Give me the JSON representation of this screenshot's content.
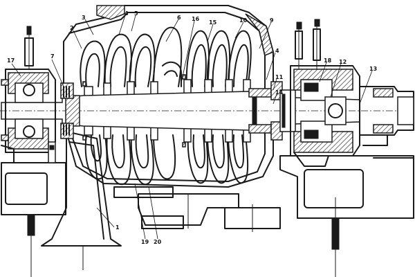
{
  "diagram": {
    "callouts": [
      {
        "id": "c1",
        "label": "1"
      },
      {
        "id": "c2",
        "label": "2"
      },
      {
        "id": "c3",
        "label": "3"
      },
      {
        "id": "c4a",
        "label": "4"
      },
      {
        "id": "c5",
        "label": "5"
      },
      {
        "id": "c6",
        "label": "6"
      },
      {
        "id": "c16",
        "label": "16"
      },
      {
        "id": "c15",
        "label": "15"
      },
      {
        "id": "c10",
        "label": "10"
      },
      {
        "id": "c9",
        "label": "9"
      },
      {
        "id": "c4b",
        "label": "4"
      },
      {
        "id": "c17",
        "label": "17"
      },
      {
        "id": "c7",
        "label": "7"
      },
      {
        "id": "c11",
        "label": "11"
      },
      {
        "id": "c14",
        "label": "14"
      },
      {
        "id": "c18",
        "label": "18"
      },
      {
        "id": "c12",
        "label": "12"
      },
      {
        "id": "c13",
        "label": "13"
      },
      {
        "id": "c19",
        "label": "19"
      },
      {
        "id": "c20",
        "label": "20"
      }
    ]
  }
}
